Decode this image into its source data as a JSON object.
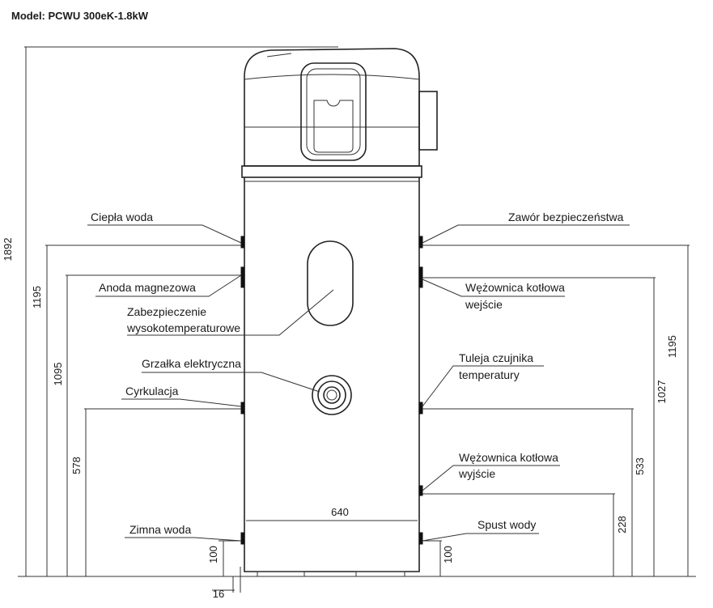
{
  "model": "Model: PCWU 300eK-1.8kW",
  "labels": {
    "hot_water": "Ciepła woda",
    "anode": "Anoda magnezowa",
    "protection_1": "Zabezpieczenie",
    "protection_2": "wysokotemperaturowe",
    "heater": "Grzałka elektryczna",
    "circulation": "Cyrkulacja",
    "cold_water": "Zimna woda",
    "safety_valve": "Zawór bezpieczeństwa",
    "coil_in_1": "Wężownica kotłowa",
    "coil_in_2": "wejście",
    "sensor_1": "Tuleja czujnika",
    "sensor_2": "temperatury",
    "coil_out_1": "Wężownica kotłowa",
    "coil_out_2": "wyjście",
    "drain": "Spust wody"
  },
  "dimensions": {
    "total_height": "1892",
    "hot_water_height": "1195",
    "anode_height": "1095",
    "circulation_height": "578",
    "cold_water_height": "100",
    "width": "640",
    "offset": "16",
    "safety_valve_height": "1195",
    "coil_in_height": "1027",
    "sensor_height": "533",
    "coil_out_height": "228",
    "drain_height": "100"
  }
}
